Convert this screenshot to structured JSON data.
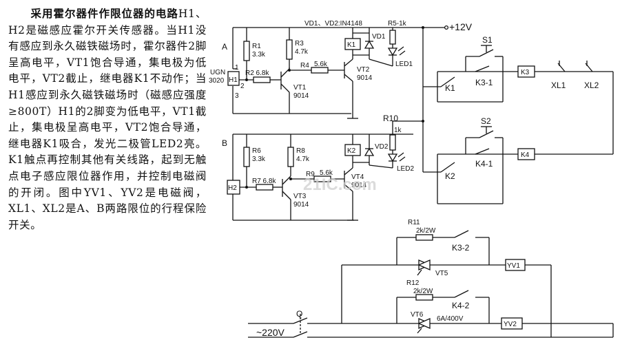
{
  "description": {
    "title": "采用霍尔器件作限位器的电路",
    "body": "H1、H2是磁感应霍尔开关传感器。当H1没有感应到永久磁铁磁场时，霍尔器件2脚呈高电平，VT1饱合导通，集电极为低电平，VT2截止，继电器K1不动作；当H1感应到永久磁铁磁场时（磁感应强度≥800T）H1的2脚变为低电平，VT1截止，集电极呈高电平，VT2饱合导通，继电器K1吸合，发光二极管LED2亮。K1触点再控制其他有关线路，起到无触点电子感应限位器作用，并控制电磁阀的开闭。图中YV1、YV2是电磁阀，XL1、XL2是A、B两路限位的行程保险开关。"
  },
  "labels": {
    "supply": "+12V",
    "diodes_note": "VD1、VD2:IN4148",
    "r5": "R5-1k",
    "a": "A",
    "b": "B",
    "r1": "R1",
    "r1v": "3.3k",
    "r3": "R3",
    "r3v": "4.7k",
    "k1box": "K1",
    "vd1": "VD1",
    "r2": "R2 6.8k",
    "r4": "R4",
    "r4v": "5.6k",
    "vt2": "VT2",
    "vt2p": "9014",
    "led1": "LED1",
    "ugn": "UGN",
    "ugnp": "3020",
    "h1": "H1",
    "p1": "1",
    "p2": "2",
    "p3": "3",
    "vt1": "VT1",
    "vt1p": "9014",
    "s1": "S1",
    "k1": "K1",
    "k31": "K3-1",
    "k3": "K3",
    "xl1": "XL1",
    "xl2": "XL2",
    "r10": "R10",
    "r10v": "1k",
    "r6": "R6",
    "r6v": "3.3k",
    "r8": "R8",
    "r8v": "4.7k",
    "k2box": "K2",
    "vd2": "VD2",
    "led2": "LED2",
    "h2": "H2",
    "r7": "R7 6.8k",
    "r9": "R9",
    "r9v": "5.6k",
    "vt4": "VT4",
    "vt4p": "9014",
    "vt3": "VT3",
    "vt3p": "9014",
    "s2": "S2",
    "k41": "K4-1",
    "k4": "K4",
    "k2": "K2",
    "r11": "R11",
    "r11v": "2k/2W",
    "k32": "K3-2",
    "vt5": "VT5",
    "yv1": "YV1",
    "r12": "R12",
    "r12v": "2k/2W",
    "k42": "K4-2",
    "vt6": "VT6",
    "vt6r": "6A/400V",
    "yv2": "YV2",
    "q": "Q",
    "ac": "~220V",
    "watermark": "21IC.com"
  }
}
